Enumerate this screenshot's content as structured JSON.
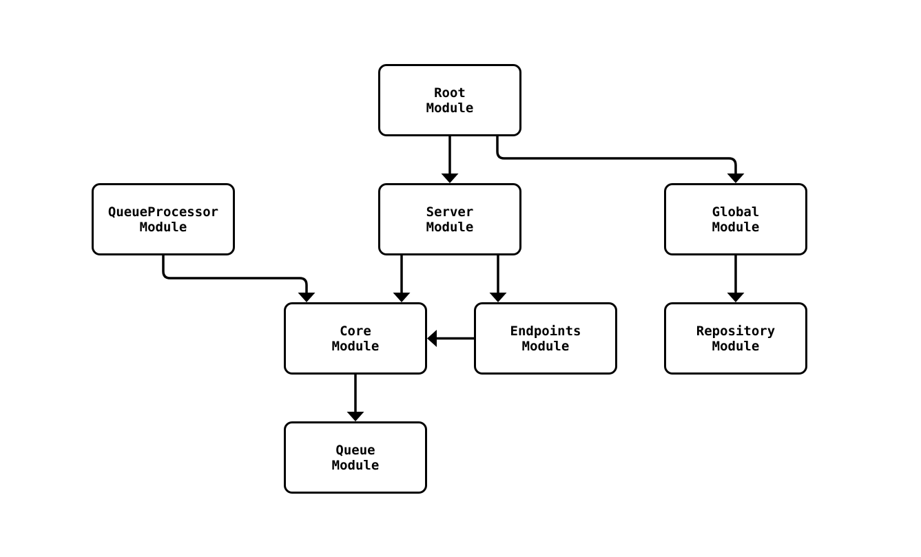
{
  "diagram": {
    "type": "module-dependency-graph",
    "colors": {
      "background": "#ffffff",
      "node_fill": "#ffffff",
      "node_border": "#000000",
      "edge": "#000000",
      "text": "#000000"
    },
    "nodes": [
      {
        "id": "root",
        "label": "Root\nModule"
      },
      {
        "id": "queueprocessor",
        "label": "QueueProcessor\nModule"
      },
      {
        "id": "server",
        "label": "Server\nModule"
      },
      {
        "id": "global",
        "label": "Global\nModule"
      },
      {
        "id": "core",
        "label": "Core\nModule"
      },
      {
        "id": "endpoints",
        "label": "Endpoints\nModule"
      },
      {
        "id": "repository",
        "label": "Repository\nModule"
      },
      {
        "id": "queue",
        "label": "Queue\nModule"
      }
    ],
    "edges": [
      {
        "from": "Root Module",
        "to": "Server Module"
      },
      {
        "from": "Root Module",
        "to": "Global Module"
      },
      {
        "from": "Server Module",
        "to": "Core Module"
      },
      {
        "from": "Server Module",
        "to": "Endpoints Module"
      },
      {
        "from": "QueueProcessor Module",
        "to": "Core Module"
      },
      {
        "from": "Endpoints Module",
        "to": "Core Module"
      },
      {
        "from": "Global Module",
        "to": "Repository Module"
      },
      {
        "from": "Core Module",
        "to": "Queue Module"
      }
    ]
  }
}
